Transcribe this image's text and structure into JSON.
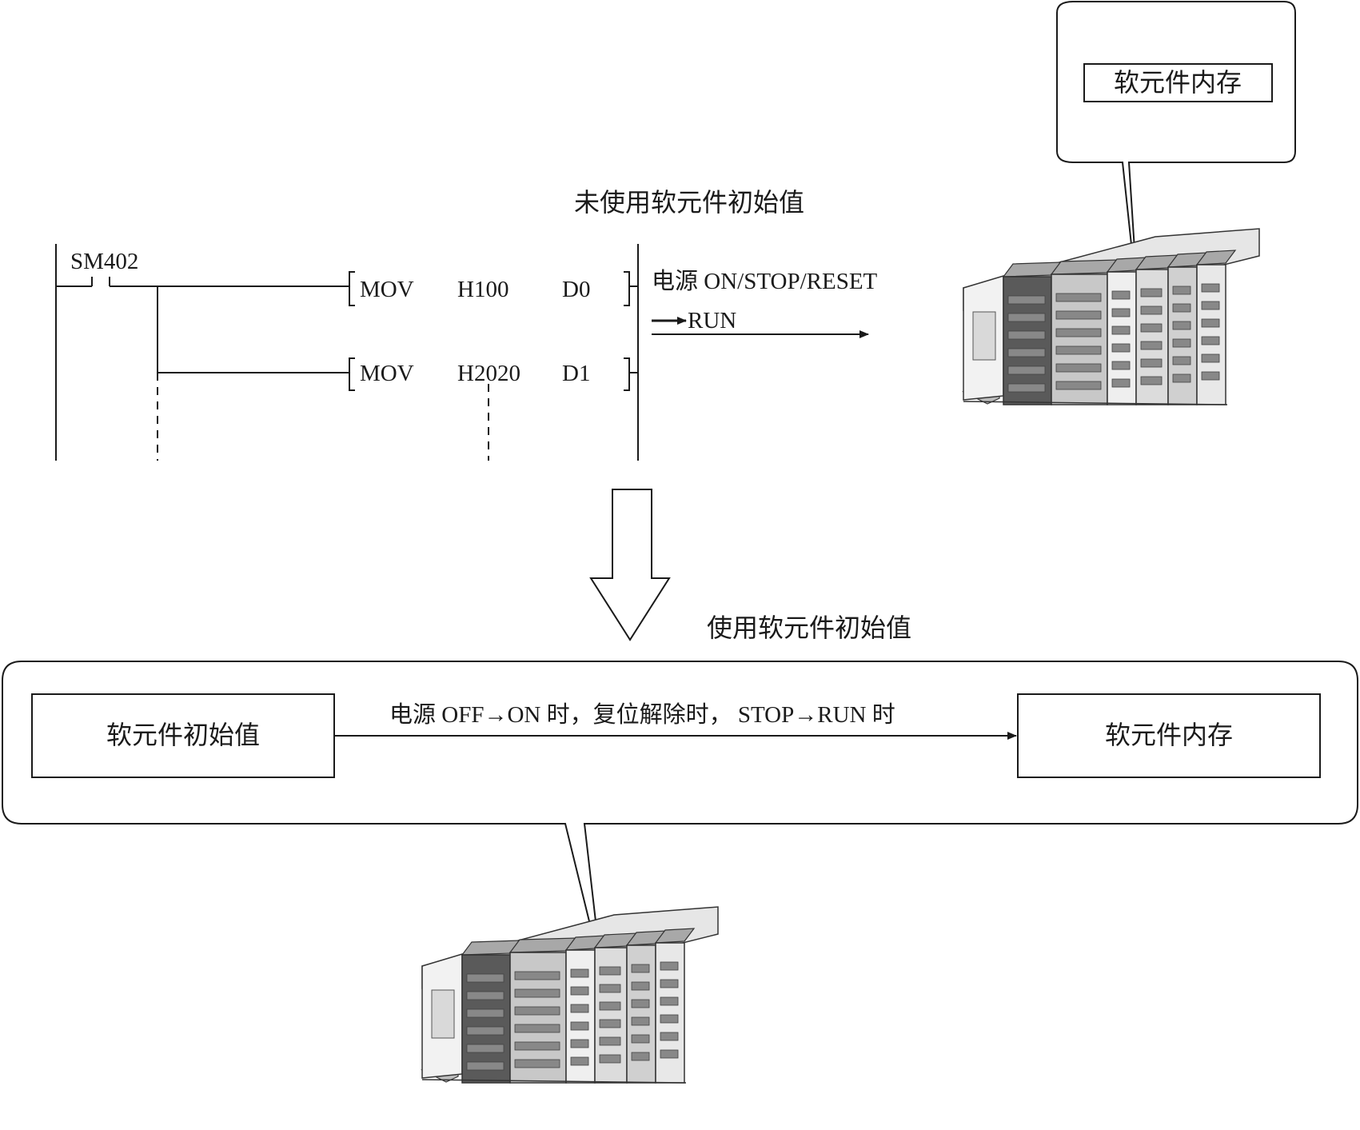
{
  "callout_top": {
    "label": "软元件内存"
  },
  "section_top": {
    "title": "未使用软元件初始值"
  },
  "ladder": {
    "contact": "SM402",
    "rung1": {
      "instruction": "MOV",
      "source": "H100",
      "dest": "D0"
    },
    "rung2": {
      "instruction": "MOV",
      "source": "H2020",
      "dest": "D1"
    }
  },
  "run_transition": {
    "line1": "电源 ON/STOP/RESET",
    "line2": "RUN"
  },
  "section_bottom": {
    "title": "使用软元件初始值",
    "source_box": "软元件初始值",
    "target_box": "软元件内存",
    "transfer_conditions": "电源 OFF→ON 时，复位解除时， STOP→RUN 时"
  }
}
